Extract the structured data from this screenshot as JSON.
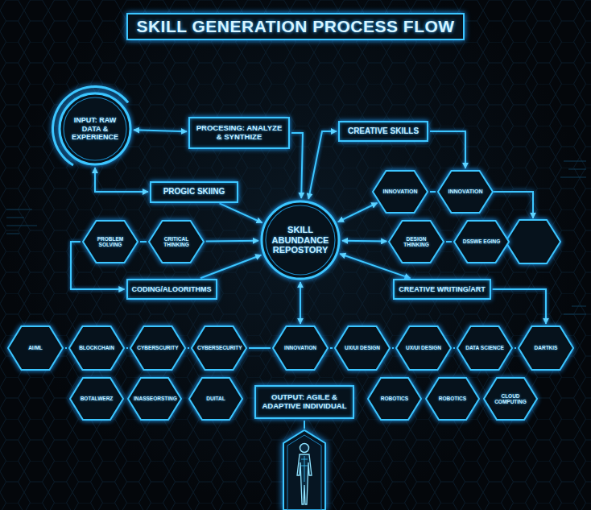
{
  "diagram": {
    "title": "SKILL GENERATION PROCESS FLOW",
    "nodes": [
      {
        "text": [
          "INPUT: RAW DATA & EXPERIENCE"
        ]
      },
      {
        "text": [
          "PROCESING: ANALYZE & SYNTHIZE"
        ]
      },
      {
        "text": [
          "CREATIVE SKILLS"
        ]
      },
      {
        "text": [
          "PROGIC SKIING"
        ]
      },
      {
        "text": [
          "SKILL ABUNDANCE REPOSTORY"
        ]
      },
      {
        "text": [
          "INNOVATION"
        ]
      },
      {
        "text": [
          "INNOVATION"
        ]
      },
      {
        "text": [
          "PROBLEM SOLVING"
        ]
      },
      {
        "text": [
          "CRITICAL THINKING"
        ]
      },
      {
        "text": [
          "DESIGN THINKING"
        ]
      },
      {
        "text": [
          "DSSWE EGING"
        ]
      },
      {
        "text": [
          "CODING/ALOORITHMS"
        ]
      },
      {
        "text": [
          "CREATIVE WRITING/ART"
        ]
      },
      {
        "text": [
          "AI/ML"
        ]
      },
      {
        "text": [
          "BLOCKCHAIN"
        ]
      },
      {
        "text": [
          "CYBERSCURITY"
        ]
      },
      {
        "text": [
          "CYBERSECURITY"
        ]
      },
      {
        "text": [
          "INNOVATION"
        ]
      },
      {
        "text": [
          "UX/UI DESIGN"
        ]
      },
      {
        "text": [
          "UX/UI DESIGN"
        ]
      },
      {
        "text": [
          "DATA SCIENCE"
        ]
      },
      {
        "text": [
          "DARTKIS"
        ]
      },
      {
        "text": [
          "BOTALWERZ"
        ]
      },
      {
        "text": [
          "INASSEORSTING"
        ]
      },
      {
        "text": [
          "DUITAL"
        ]
      },
      {
        "text": [
          "OUTPUT: AGILE & ADAPTIVE INDIVIDUAL"
        ]
      },
      {
        "text": [
          "ROBOTICS"
        ]
      },
      {
        "text": [
          "ROBOTICS"
        ]
      },
      {
        "text": [
          "CLOUD COMPUTING"
        ]
      }
    ],
    "edges": [
      {
        "from": 0,
        "to": 1,
        "arrow": "both"
      },
      {
        "from": 1,
        "to": 4,
        "arrow": "to"
      },
      {
        "from": 4,
        "to": 2,
        "arrow": "both"
      },
      {
        "from": 2,
        "to": 6,
        "arrow": "to"
      },
      {
        "from": 0,
        "to": 3,
        "arrow": "both"
      },
      {
        "from": 3,
        "to": 4,
        "arrow": "to"
      },
      {
        "from": 4,
        "to": 5,
        "arrow": "both"
      },
      {
        "from": 5,
        "to": 6,
        "arrow": "none"
      },
      {
        "from": 7,
        "to": 8,
        "arrow": "none"
      },
      {
        "from": 8,
        "to": 4,
        "arrow": "to"
      },
      {
        "from": 4,
        "to": 9,
        "arrow": "both"
      },
      {
        "from": 9,
        "to": 10,
        "arrow": "none"
      },
      {
        "from": 7,
        "to": 11,
        "arrow": "to"
      },
      {
        "from": 11,
        "to": 4,
        "arrow": "to"
      },
      {
        "from": 4,
        "to": 12,
        "arrow": "both"
      },
      {
        "from": 12,
        "to": 21,
        "arrow": "to"
      },
      {
        "from": 4,
        "to": 17,
        "arrow": "both"
      },
      {
        "from": 13,
        "to": 14,
        "arrow": "none"
      },
      {
        "from": 14,
        "to": 15,
        "arrow": "none"
      },
      {
        "from": 15,
        "to": 16,
        "arrow": "none"
      },
      {
        "from": 16,
        "to": 17,
        "arrow": "none"
      },
      {
        "from": 17,
        "to": 18,
        "arrow": "none"
      },
      {
        "from": 18,
        "to": 19,
        "arrow": "none"
      },
      {
        "from": 19,
        "to": 20,
        "arrow": "none"
      },
      {
        "from": 20,
        "to": 21,
        "arrow": "none"
      },
      {
        "from": 22,
        "to": 23,
        "arrow": "none"
      },
      {
        "from": 26,
        "to": 27,
        "arrow": "none"
      },
      {
        "from": 27,
        "to": 28,
        "arrow": "none"
      }
    ]
  }
}
